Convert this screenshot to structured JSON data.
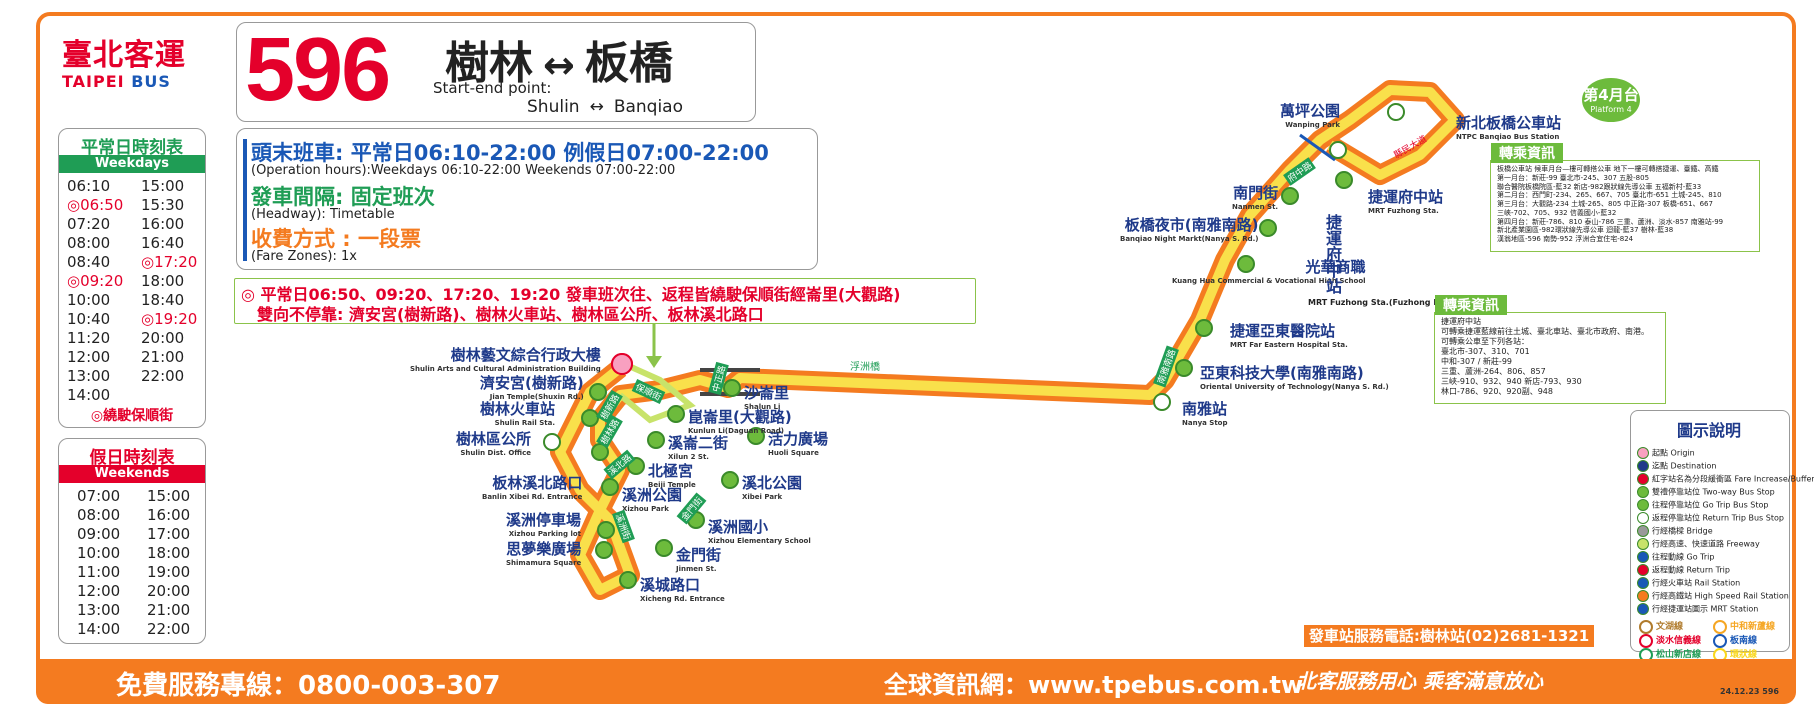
{
  "logo": {
    "cn": "臺北客運",
    "en1": "TAIPEI",
    "en2": "BUS"
  },
  "header": {
    "route_number": "596",
    "origin_cn": "樹林",
    "dest_cn": "板橋",
    "arrow": "↔",
    "start_end_label": "Start-end point:",
    "origin_en": "Shulin",
    "dest_en": "Banqiao"
  },
  "info": {
    "hours_cn": "頭末班車: 平常日06:10-22:00  例假日07:00-22:00",
    "hours_en": "(Operation hours):Weekdays 06:10-22:00   Weekends 07:00-22:00",
    "headway_cn": "發車間隔: 固定班次",
    "headway_en": "(Headway): Timetable",
    "fare_cn": "收費方式 : 一段票",
    "fare_en": "(Fare Zones): 1x"
  },
  "notice": {
    "line1": "◎ 平常日06:50、09:20、17:20、19:20 發車班次往、返程皆繞駛保順街經崙里(大觀路)",
    "line2": "雙向不停靠: 濟安宮(樹新路)、樹林火車站、樹林區公所、板林溪北路口"
  },
  "weekday": {
    "title_cn": "平常日時刻表",
    "title_en": "Weekdays  Timetable",
    "col1": [
      "06:10",
      "◎06:50",
      "07:20",
      "08:00",
      "08:40",
      "◎09:20",
      "10:00",
      "10:40",
      "11:20",
      "12:00",
      "13:00",
      "14:00"
    ],
    "col2": [
      "15:00",
      "15:30",
      "16:00",
      "16:40",
      "◎17:20",
      "18:00",
      "18:40",
      "◎19:20",
      "20:00",
      "21:00",
      "22:00"
    ],
    "note": "◎繞駛保順街"
  },
  "weekend": {
    "title_cn": "假日時刻表",
    "title_en": "Weekends  Timetable",
    "col1": [
      "07:00",
      "08:00",
      "09:00",
      "10:00",
      "11:00",
      "12:00",
      "13:00",
      "14:00"
    ],
    "col2": [
      "15:00",
      "16:00",
      "17:00",
      "18:00",
      "19:00",
      "20:00",
      "21:00",
      "22:00"
    ]
  },
  "stations": {
    "s1": {
      "cn": "樹林藝文綜合行政大樓",
      "en": "Shulin Arts and Cultural Administration Building"
    },
    "s2": {
      "cn": "濟安宮(樹新路)",
      "en": "Jian Temple(Shuxin Rd.)"
    },
    "s3": {
      "cn": "樹林火車站",
      "en": "Shulin Rail Sta."
    },
    "s4": {
      "cn": "樹林區公所",
      "en": "Shulin Dist. Office"
    },
    "s5": {
      "cn": "板林溪北路口",
      "en": "Banlin Xibei Rd. Entrance"
    },
    "s6": {
      "cn": "北極宮",
      "en": "Beiji Temple"
    },
    "s7": {
      "cn": "溪洲公園",
      "en": "Xizhou Park"
    },
    "s8": {
      "cn": "溪洲停車場",
      "en": "Xizhou Parking lot"
    },
    "s9": {
      "cn": "思夢樂廣場",
      "en": "Shimamura Square"
    },
    "s10": {
      "cn": "溪城路口",
      "en": "Xicheng Rd. Entrance"
    },
    "s11": {
      "cn": "金門街",
      "en": "Jinmen St."
    },
    "s12": {
      "cn": "溪洲國小",
      "en": "Xizhou Elementary School"
    },
    "s13": {
      "cn": "溪北公園",
      "en": "Xibei Park"
    },
    "s14": {
      "cn": "活力廣場",
      "en": "Huoli Square"
    },
    "s15": {
      "cn": "溪崙二街",
      "en": "Xilun 2 St."
    },
    "s16": {
      "cn": "崑崙里(大觀路)",
      "en": "Kunlun Li(Daguan Road)"
    },
    "s17": {
      "cn": "沙崙里",
      "en": "Shalun Li"
    },
    "s18": {
      "cn": "南雅站",
      "en": "Nanya Stop"
    },
    "s19": {
      "cn": "亞東科技大學(南雅南路)",
      "en": "Oriental University of Technology(Nanya S. Rd.)"
    },
    "s20": {
      "cn": "捷運亞東醫院站",
      "en": "MRT Far Eastern Hospital Sta."
    },
    "s21": {
      "cn": "光華商職",
      "en": "Kuang Hua Commercial & Vocational High School"
    },
    "s22": {
      "cn": "板橋夜市(南雅南路)",
      "en": "Banqiao Night Markt(Nanya S. Rd.)"
    },
    "s23": {
      "cn": "南門街",
      "en": "Nanmen St."
    },
    "s24": {
      "cn": "萬坪公園",
      "en": "Wanping Park"
    },
    "s25": {
      "cn": "捷運府中站",
      "en": "MRT Fuzhong Sta."
    },
    "s26": {
      "cn": "新北板橋公車站",
      "en": "NTPC Banqiao Bus Station"
    }
  },
  "road_labels": {
    "r1": "浮洲橋",
    "r2": "保順街",
    "r3": "樹新路",
    "r4": "樹林路",
    "r5": "溪北路",
    "r6": "溪洲街",
    "r7": "金門街",
    "r8": "中正路",
    "r9": "南雅南路",
    "r10": "府中路",
    "r11": "縣民大道"
  },
  "platform": {
    "cn": "第4月台",
    "en": "Platform 4"
  },
  "transfer1": {
    "title": "轉乘資訊",
    "lines": [
      "板橋公車站 候車月台—樓可轉搭公車 地下一樓可轉搭捷運、臺鐵、高鐵",
      "第一月台：新莊-99  臺北市-245、307  五股-805",
      "聯合醫院板橋院區-藍32  新店-982跟狀線先導公車  五福新村-藍33",
      "第二月台：西門町-234、265、667、705  臺北市-651  土城-245、810",
      "第三月台：大觀路-234  土城-265、805  中正路-307  板橋-651、667",
      "三峽-702、705、932  信義國小-藍32",
      "第四月台：新莊-786、810  泰山-786  三重、蘆洲、淡水-857  南雅站-99",
      "新北產業園區-982環狀線先導公車  迴龍-藍37  樹林-藍38",
      "漢翁地區-596  南勢-952  浮洲合宜住宅-824"
    ]
  },
  "mrt_fuzhong": {
    "cn": "捷運府中站",
    "en": "MRT Fuzhong Sta.(Fuzhong Rd.)"
  },
  "transfer2": {
    "title": "轉乘資訊",
    "lines": [
      "捷運府中站",
      "可轉乘捷運藍線前往土城、臺北車站、臺北市政府、南港。",
      "可轉乘公車至下列各站：",
      "臺北市-307、310、701",
      "中和-307 / 新莊-99",
      "三重、蘆洲-264、806、857",
      "三峽-910、932、940  新店-793、930",
      "林口-786、920、920副、948"
    ]
  },
  "legend": {
    "title": "圖示說明",
    "items": [
      "起點 Origin",
      "迄點 Destination",
      "紅字站名為分段緩衝區 Fare Increase/Buffer Zone",
      "雙禮停靠站位 Two-way Bus Stop",
      "往程停靠站位 Go Trip Bus Stop",
      "返程停靠站位 Return Trip Bus Stop",
      "行經橋樑 Bridge",
      "行經高速、快速道路 Freeway",
      "往程動線 Go Trip",
      "返程動線 Return Trip",
      "行經火車站 Rail Station",
      "行經高鐵站 High Speed Rail Station",
      "行經捷運站圖示 MRT Station"
    ],
    "mrt_lines": [
      "文湖線",
      "中和新蘆線",
      "淡水信義線",
      "板南線",
      "松山新店線",
      "環狀線"
    ]
  },
  "phone": "發車站服務電話:樹林站(02)2681-1321",
  "footer": {
    "hotline": "免費服務專線：0800-003-307",
    "website": "全球資訊網：www.tpebus.com.tw",
    "slogan": "北客服務用心   乘客滿意放心",
    "code": "24.12.23  596"
  },
  "colors": {
    "orange": "#f47b20",
    "route_yellow": "#f9e04b",
    "green_stop": "#6dbb3c",
    "red": "#e4002b",
    "navy": "#1f3a8a"
  }
}
